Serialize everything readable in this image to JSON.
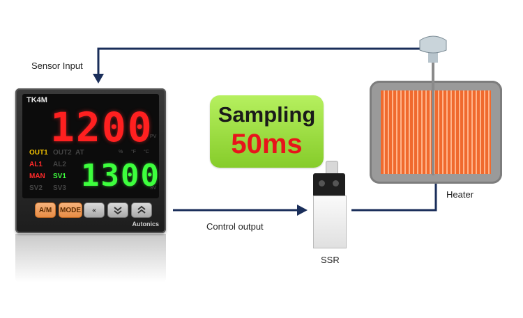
{
  "labels": {
    "sensor_input": "Sensor Input",
    "control_output": "Control output",
    "ssr": "SSR",
    "heater": "Heater"
  },
  "badge": {
    "line1": "Sampling",
    "line2": "50ms"
  },
  "controller": {
    "model": "TK4M",
    "pv": "1200",
    "sv": "1300",
    "brand": "Autonics",
    "units": [
      "PV",
      "SV",
      "%",
      "°F",
      "°C"
    ],
    "indicators": [
      "OUT1",
      "OUT2",
      "AT",
      "AL1",
      "AL2",
      "MAN",
      "SV1",
      "SV2",
      "SV3"
    ],
    "buttons": [
      "A/M",
      "MODE"
    ],
    "arrow_buttons": [
      "left",
      "down",
      "up"
    ]
  },
  "colors": {
    "arrow": "#1a2e5a",
    "pv_red": "#ff2020",
    "sv_green": "#3dff3d",
    "badge_green": "#9bdc3a",
    "badge_red": "#e8141b"
  }
}
